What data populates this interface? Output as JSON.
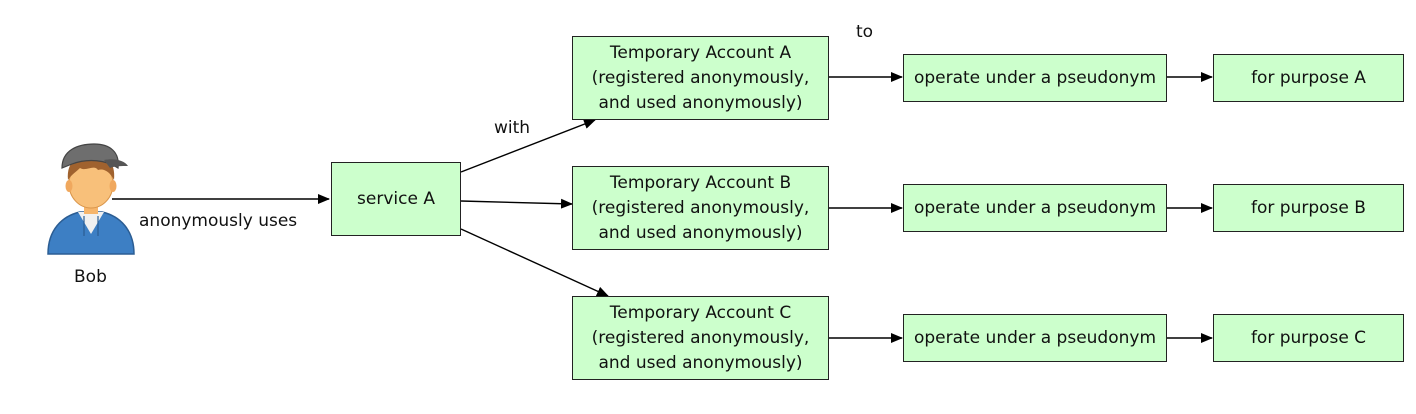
{
  "colors": {
    "node_fill": "#ccffcc",
    "node_border": "#222222",
    "edge": "#000000"
  },
  "actor": {
    "name": "Bob",
    "icon": "user-with-cap-icon"
  },
  "service": {
    "label": "service A"
  },
  "edge_labels": {
    "uses": "anonymously uses",
    "with": "with",
    "to": "to"
  },
  "accounts": [
    {
      "title": "Temporary Account A",
      "line2": "(registered anonymously,",
      "line3": "and used anonymously)",
      "operate": "operate under a pseudonym",
      "purpose": "for purpose A"
    },
    {
      "title": "Temporary Account B",
      "line2": "(registered anonymously,",
      "line3": "and used anonymously)",
      "operate": "operate under a pseudonym",
      "purpose": "for purpose B"
    },
    {
      "title": "Temporary Account C",
      "line2": "(registered anonymously,",
      "line3": "and used anonymously)",
      "operate": "operate under a pseudonym",
      "purpose": "for purpose C"
    }
  ]
}
